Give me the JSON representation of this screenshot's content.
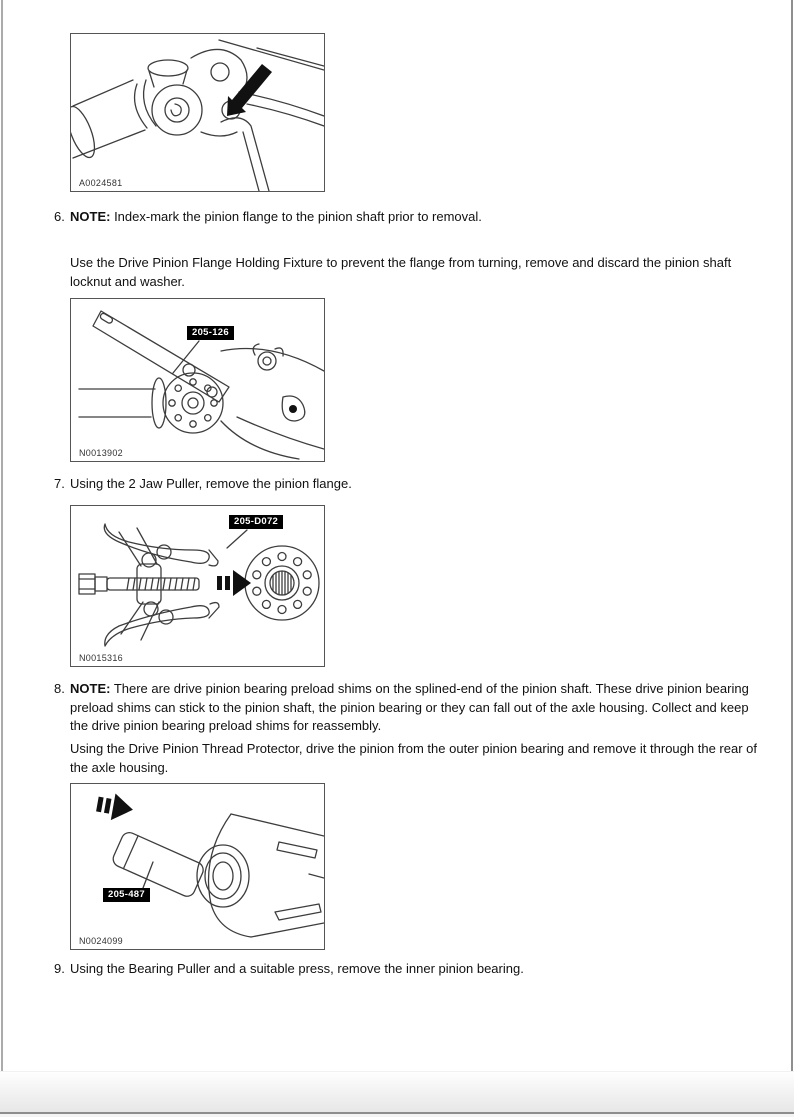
{
  "steps": {
    "step6": {
      "number": "6.",
      "note_label": "NOTE:",
      "text": " Index-mark the pinion flange to the pinion shaft prior to removal.",
      "paragraph": "Use the Drive Pinion Flange Holding Fixture to prevent the flange from turning, remove and discard the pinion shaft locknut and washer."
    },
    "step7": {
      "number": "7.",
      "text": "Using the 2 Jaw Puller, remove the pinion flange."
    },
    "step8": {
      "number": "8.",
      "note_label": "NOTE:",
      "text": " There are drive pinion bearing preload shims on the splined-end of the pinion shaft. These drive pinion bearing preload shims can stick to the pinion shaft, the pinion bearing or they can fall out of the axle housing. Collect and keep the drive pinion bearing preload shims for reassembly.",
      "paragraph": "Using the Drive Pinion Thread Protector, drive the pinion from the outer pinion bearing and remove it through the rear of the axle housing."
    },
    "step9": {
      "number": "9.",
      "text": "Using the Bearing Puller and a suitable press, remove the inner pinion bearing."
    }
  },
  "figures": {
    "fig1": {
      "id": "A0024581"
    },
    "fig2": {
      "id": "N0013902",
      "tool_label": "205-126"
    },
    "fig3": {
      "id": "N0015316",
      "tool_label": "205-D072"
    },
    "fig4": {
      "id": "N0024099",
      "tool_label": "205-487"
    }
  },
  "colors": {
    "badge_bg": "#000000",
    "badge_text": "#ffffff",
    "line_art": "#3d3d3d",
    "figure_border": "#555555"
  }
}
